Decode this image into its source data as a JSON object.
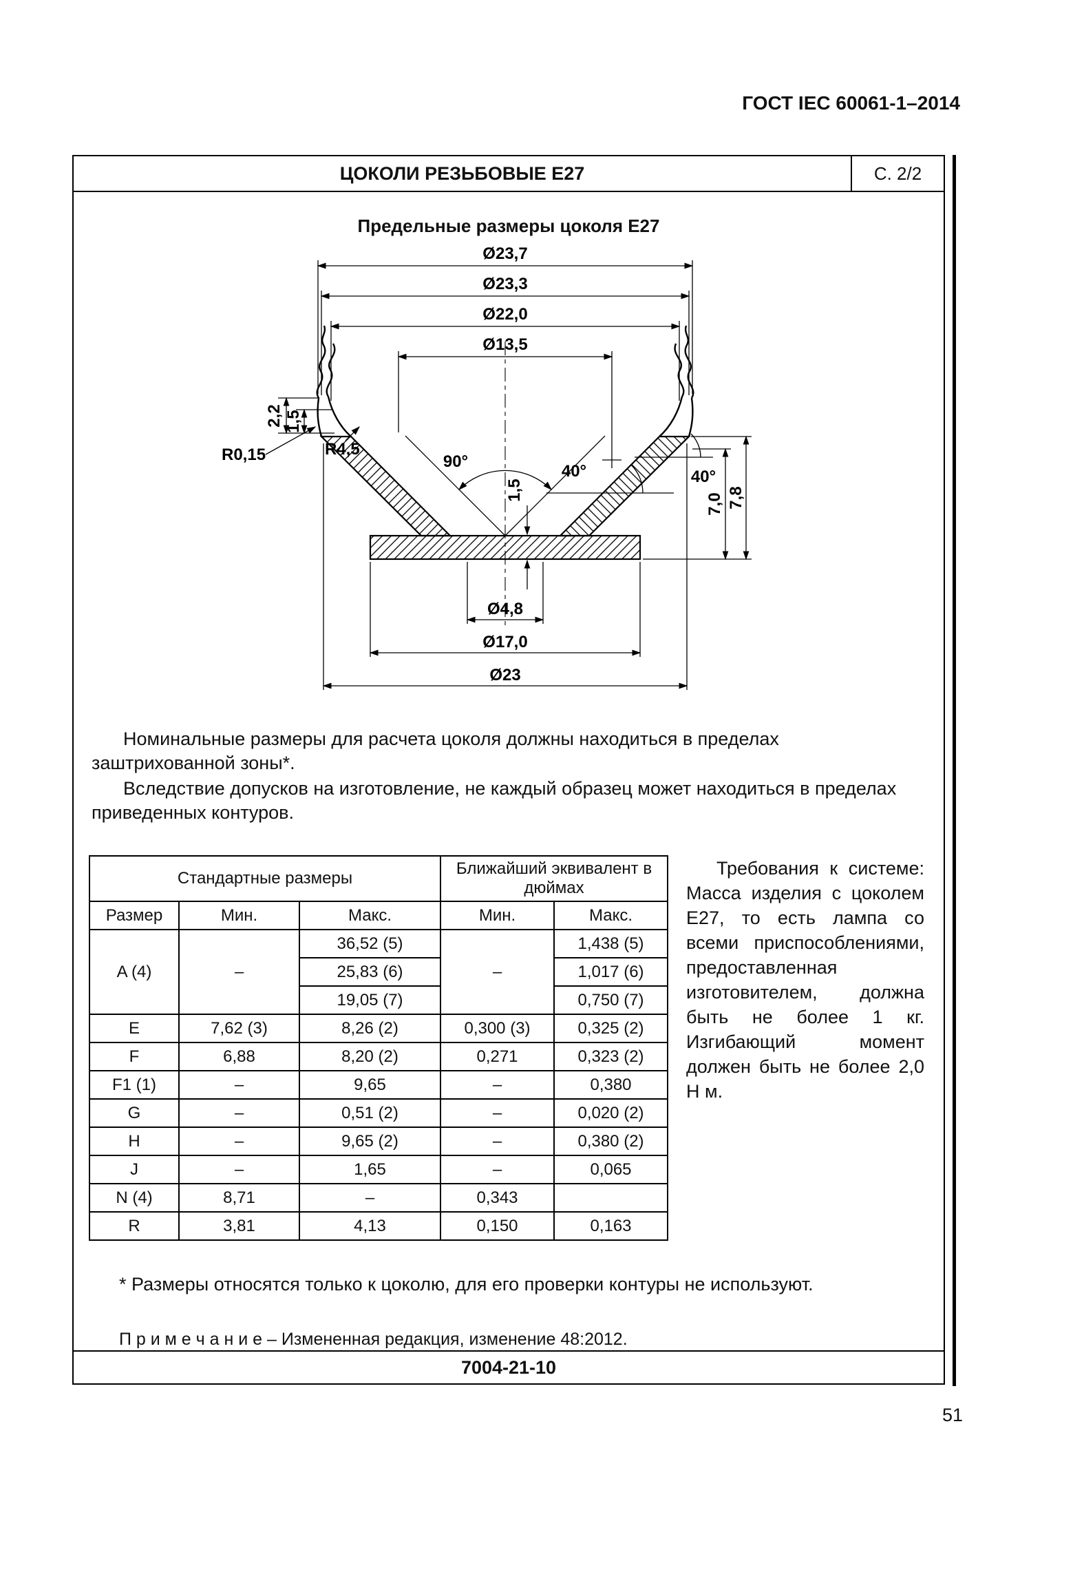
{
  "page": {
    "doc_ref": "ГОСТ IEC 60061-1–2014",
    "page_number": "51"
  },
  "sheet": {
    "title": "ЦОКОЛИ РЕЗЬБОВЫЕ E27",
    "page_ref": "С. 2/2",
    "drawing_title": "Предельные размеры цоколя E27",
    "sheet_code": "7004-21-10"
  },
  "drawing": {
    "dim_d23_7": "Ø23,7",
    "dim_d23_3": "Ø23,3",
    "dim_d22_0": "Ø22,0",
    "dim_d13_5": "Ø13,5",
    "dim_r4_5": "R4,5",
    "dim_r0_15": "R0,15",
    "dim_2_2": "2,2",
    "dim_1_5_left": "1,5",
    "dim_90": "90°",
    "dim_40_inner": "40°",
    "dim_40_outer": "40°",
    "dim_7_0": "7,0",
    "dim_7_8": "7,8",
    "dim_1_5_bottom": "1,5",
    "dim_d4_8": "Ø4,8",
    "dim_d17_0": "Ø17,0",
    "dim_d23": "Ø23"
  },
  "notes": {
    "para1": "Номинальные размеры для расчета цоколя должны находиться в пределах заштрихованной зоны*.",
    "para2": "Вследствие допусков на изготовление, не каждый образец может находиться в пределах приведенных контуров.",
    "footnote": "* Размеры относятся только к цоколю, для его проверки контуры не используют.",
    "remark_label": "П р и м е ч а н и е",
    "remark_text": "– Измененная редакция, изменение 48:2012."
  },
  "requirements": {
    "text": "Требования к системе: Масса изделия с цоколем E27, то есть лампа со всеми приспособлениями, предоставленная изготовителем, должна быть не более 1 кг. Изгибающий момент должен быть не более 2,0 Н м."
  },
  "table": {
    "group_standard": "Стандартные размеры",
    "group_inches": "Ближайший эквивалент в дюймах",
    "col_size": "Размер",
    "col_min": "Мин.",
    "col_max": "Макс.",
    "col_min2": "Мин.",
    "col_max2": "Макс.",
    "rows": {
      "a": {
        "size": "A (4)",
        "min": "–",
        "max_1": "36,52 (5)",
        "max_2": "25,83 (6)",
        "max_3": "19,05 (7)",
        "inch_min": "–",
        "inch_max_1": "1,438 (5)",
        "inch_max_2": "1,017 (6)",
        "inch_max_3": "0,750 (7)"
      },
      "e": {
        "size": "E",
        "min": "7,62 (3)",
        "max": "8,26 (2)",
        "inch_min": "0,300 (3)",
        "inch_max": "0,325 (2)"
      },
      "f": {
        "size": "F",
        "min": "6,88",
        "max": "8,20 (2)",
        "inch_min": "0,271",
        "inch_max": "0,323 (2)"
      },
      "f1": {
        "size": "F1 (1)",
        "min": "–",
        "max": "9,65",
        "inch_min": "–",
        "inch_max": "0,380"
      },
      "g": {
        "size": "G",
        "min": "–",
        "max": "0,51 (2)",
        "inch_min": "–",
        "inch_max": "0,020 (2)"
      },
      "h": {
        "size": "H",
        "min": "–",
        "max": "9,65 (2)",
        "inch_min": "–",
        "inch_max": "0,380 (2)"
      },
      "j": {
        "size": "J",
        "min": "–",
        "max": "1,65",
        "inch_min": "–",
        "inch_max": "0,065"
      },
      "n": {
        "size": "N (4)",
        "min": "8,71",
        "max": "–",
        "inch_min": "0,343",
        "inch_max": ""
      },
      "r": {
        "size": "R",
        "min": "3,81",
        "max": "4,13",
        "inch_min": "0,150",
        "inch_max": "0,163"
      }
    }
  }
}
